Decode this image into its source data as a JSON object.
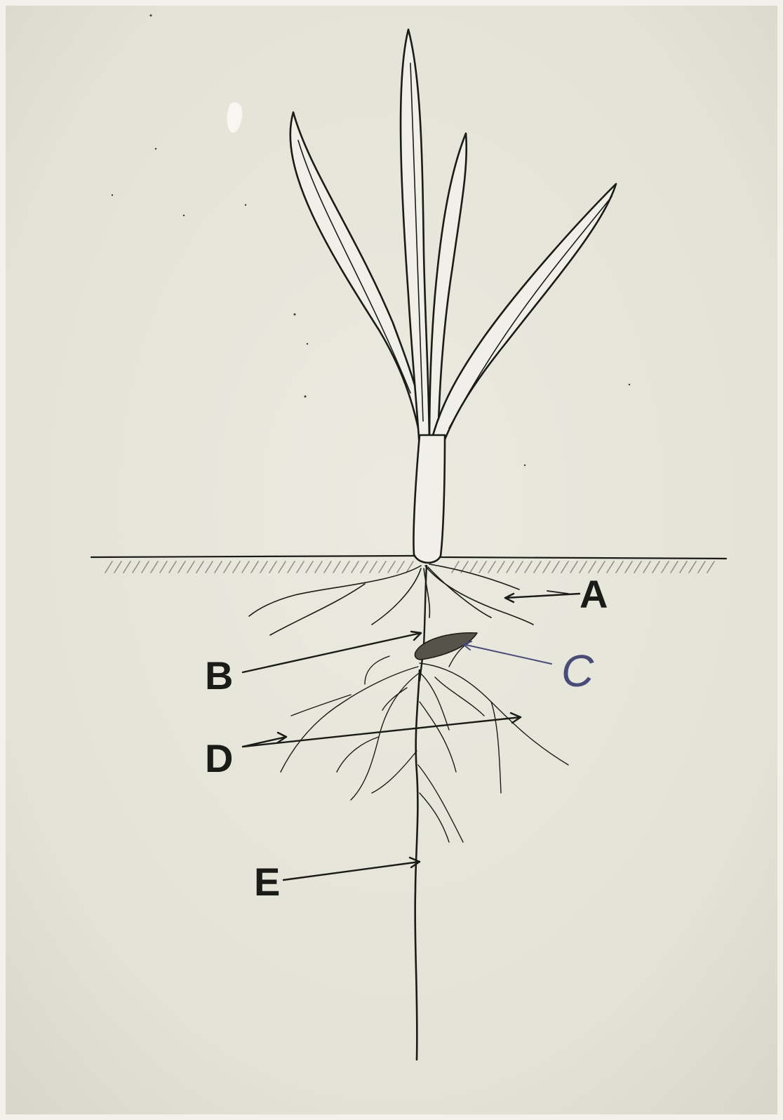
{
  "labels": {
    "a": "A",
    "b": "B",
    "c": "C",
    "d": "D",
    "e": "E"
  },
  "colors": {
    "paper": "#e4e3d8",
    "ink": "#1b1b18",
    "label_c_ink": "#4a4c78"
  }
}
